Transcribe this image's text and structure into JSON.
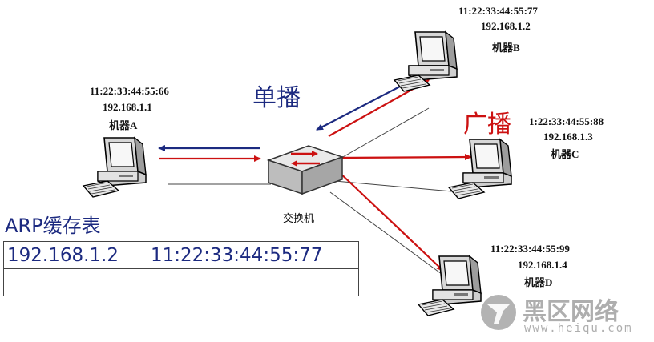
{
  "machines": {
    "a": {
      "mac": "11:22:33:44:55:66",
      "ip": "192.168.1.1",
      "name": "机器A"
    },
    "b": {
      "mac": "11:22:33:44:55:77",
      "ip": "192.168.1.2",
      "name": "机器B"
    },
    "c": {
      "mac": "1:22:33:44:55:88",
      "ip": "192.168.1.3",
      "name": "机器C"
    },
    "d": {
      "mac": "11:22:33:44:55:99",
      "ip": "192.168.1.4",
      "name": "机器D"
    }
  },
  "switch": {
    "label": "交换机"
  },
  "labels": {
    "unicast": "单播",
    "broadcast": "广播"
  },
  "arp_table": {
    "title": "ARP缓存表",
    "rows": [
      [
        "192.168.1.2",
        "11:22:33:44:55:77"
      ],
      [
        "",
        ""
      ]
    ]
  },
  "watermark": {
    "title": "黑区网络",
    "url": "www.heiqu.com"
  },
  "colors": {
    "unicast": "#1c2a80",
    "broadcast": "#cc1111"
  },
  "icons": {
    "computer": "desktop-computer-icon",
    "switch": "network-switch-icon",
    "logo": "heiqu-logo-icon"
  }
}
